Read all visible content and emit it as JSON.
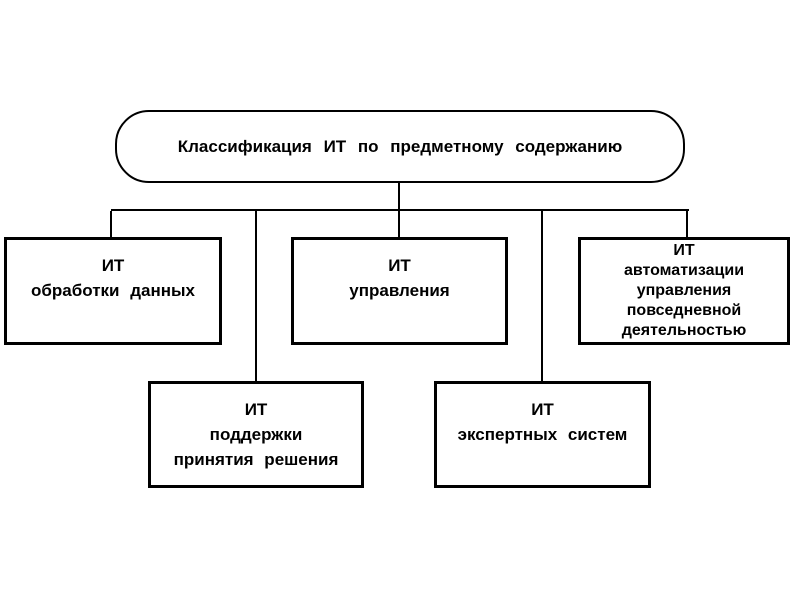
{
  "diagram": {
    "title": "Классификация ИТ по предметному содержанию",
    "root": {
      "label": "Классификация  ИТ  по  предметному  содержанию"
    },
    "nodes": [
      {
        "id": "it-data-processing",
        "lines": [
          "ИТ",
          "обработки данных"
        ]
      },
      {
        "id": "it-management",
        "lines": [
          "ИТ",
          "управления"
        ]
      },
      {
        "id": "it-daily-automation",
        "lines": [
          "ИТ",
          "автоматизации",
          "управления",
          "повседневной",
          "деятельностью"
        ]
      },
      {
        "id": "it-decision-support",
        "lines": [
          "ИТ",
          "поддержки",
          "принятия решения"
        ]
      },
      {
        "id": "it-expert-systems",
        "lines": [
          "ИТ",
          "экспертных систем"
        ]
      }
    ],
    "colors": {
      "line": "#000000",
      "text": "#000000",
      "background": "#ffffff"
    }
  }
}
